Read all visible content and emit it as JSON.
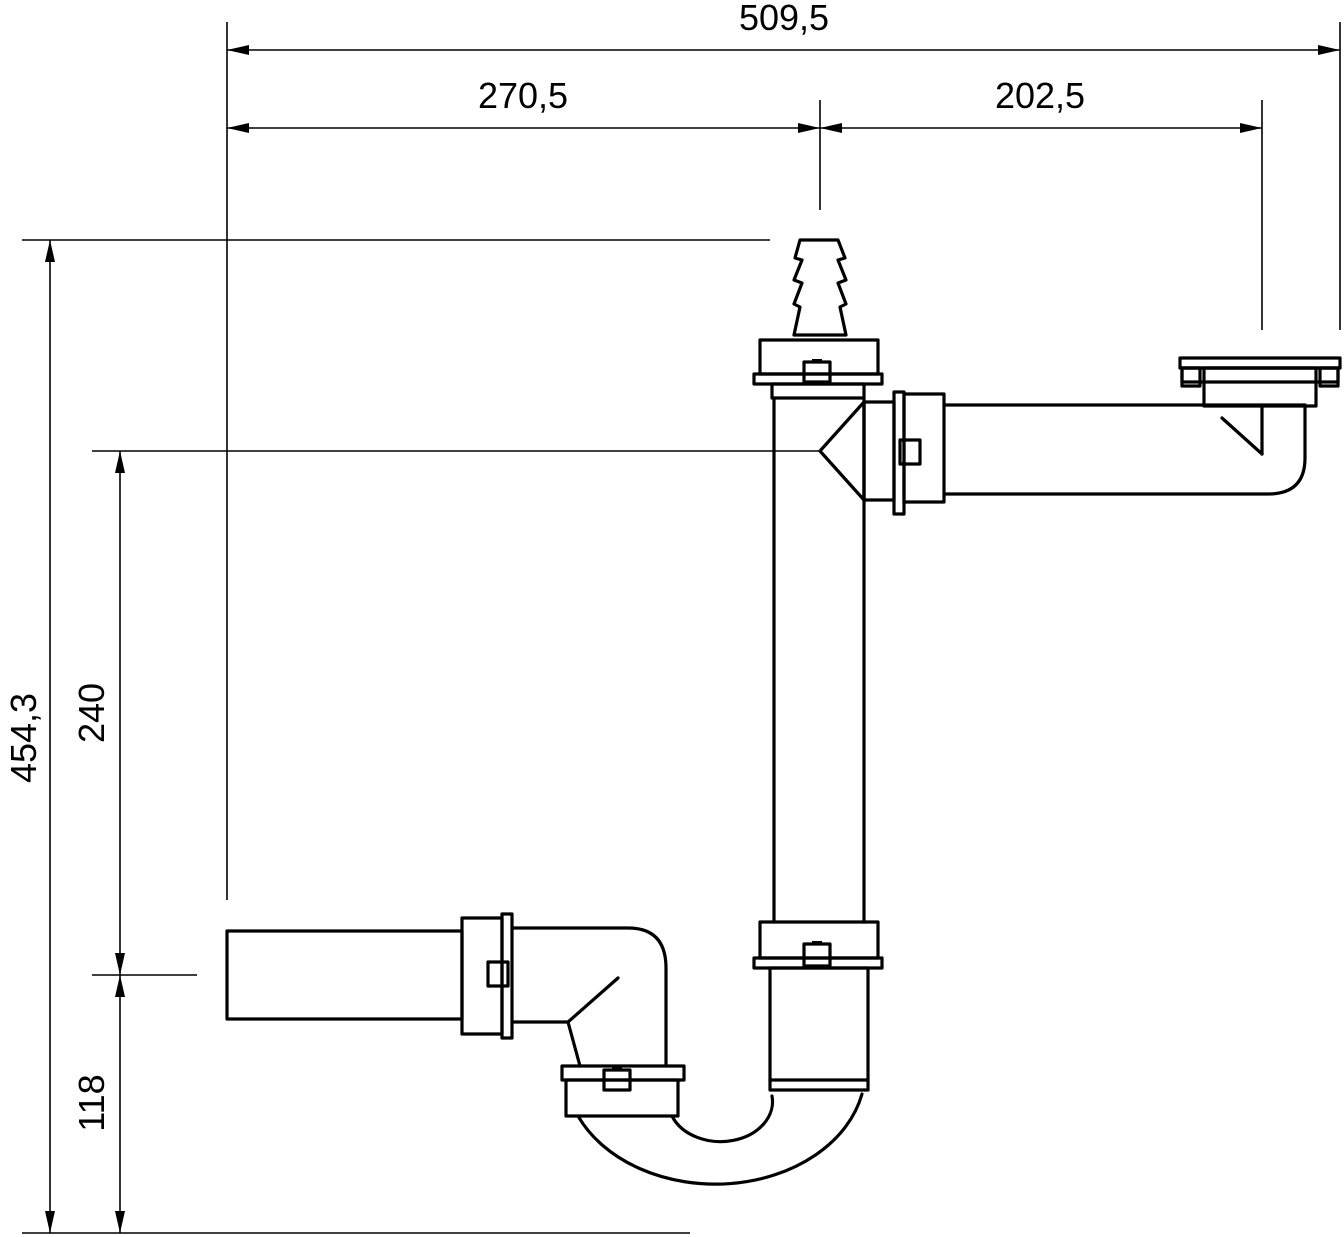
{
  "dimensions": {
    "overall_width": "509,5",
    "left_to_center": "270,5",
    "center_to_right": "202,5",
    "overall_height": "454,3",
    "inlet_height": "240",
    "outlet_height": "118"
  }
}
